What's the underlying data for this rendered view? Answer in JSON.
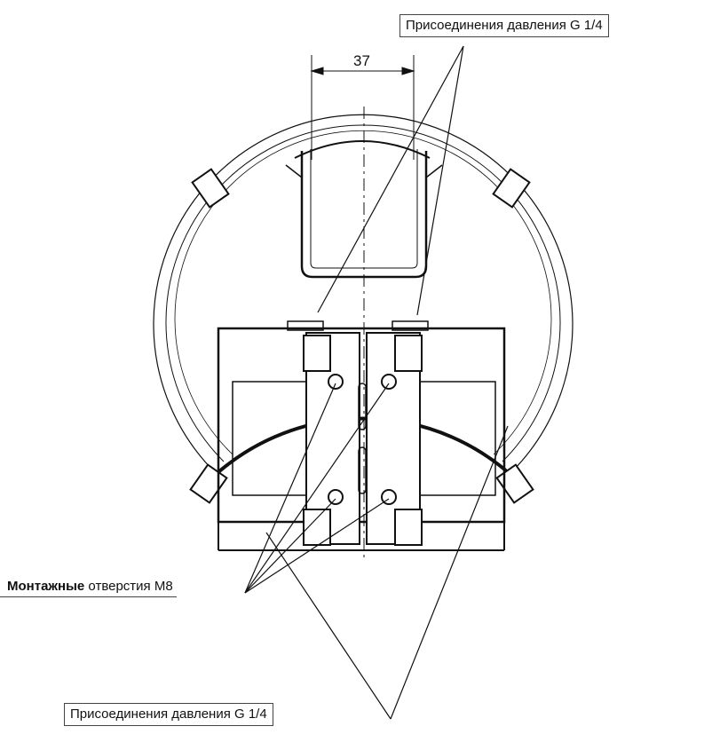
{
  "dimension": {
    "value": "37"
  },
  "callouts": {
    "pressure_top": "Присоединения давления G 1/4",
    "pressure_bottom": "Присоединения давления G 1/4",
    "mounting_bold": "Монтажные",
    "mounting_rest": " отверстия M8"
  },
  "colors": {
    "line": "#111111",
    "paper": "#ffffff"
  }
}
